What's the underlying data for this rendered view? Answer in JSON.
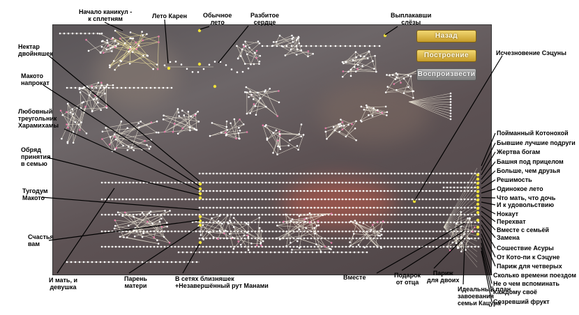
{
  "buttons": {
    "back": "Назад",
    "build": "Построение",
    "replay": "Воспроизвести"
  },
  "labels": {
    "vacation": "Начало каникул -\nк сплетням",
    "karen": "Лето Карен",
    "usual": "Обычное\nлето",
    "broken": "Разбитое\nсердце",
    "tears": "Выплакавши\nслёзы",
    "nectar": "Нектар\nдвойняшек",
    "rental": "Макото\nнапрокат",
    "triangle": "Любовный\nтреугольник\nХарамихамы",
    "ritual": "Обряд\nпринятия\nв семью",
    "dummy": "Тугодум\nМакото",
    "happy": "Счастья\nвам",
    "mother_girl": "И мать, и\nдевушка",
    "mothers_guy": "Парень\nматери",
    "twins_net": "В сетях близняшек\n+Незавершённый рут Манами",
    "together": "Вместе",
    "father_gift": "Подарок\nот отца",
    "paris_two": "Париж\nдля двоих",
    "ideal_plan": "Идеальный план\nзавоевания\nсемьи Кацура",
    "setsuna_gone": "Исчезновение Сэцуны"
  },
  "endings": [
    "Пойманный Котонохой",
    "Бывшие лучшие подруги",
    "Жертва богам",
    "Башня под прицелом",
    "Больше, чем друзья",
    "Решимость",
    "Одинокое лето",
    "Что мать, что дочь",
    "И к удовольствию",
    "Нокаут",
    "Перехват",
    "Вместе с семьёй",
    "Замена",
    "Сошествие Асуры",
    "От Кото-пи к Сэцуне",
    "Париж для четверых",
    "Сколько времени поездом",
    "Не о чем вспоминать",
    "Каждому своё",
    "Созревший фрукт"
  ],
  "colors": {
    "node": "#ffffff",
    "edge": "#e9e3d4",
    "highlight": "#f0e23a",
    "pink": "#e57ca8",
    "gold": "#d4aa3a"
  }
}
